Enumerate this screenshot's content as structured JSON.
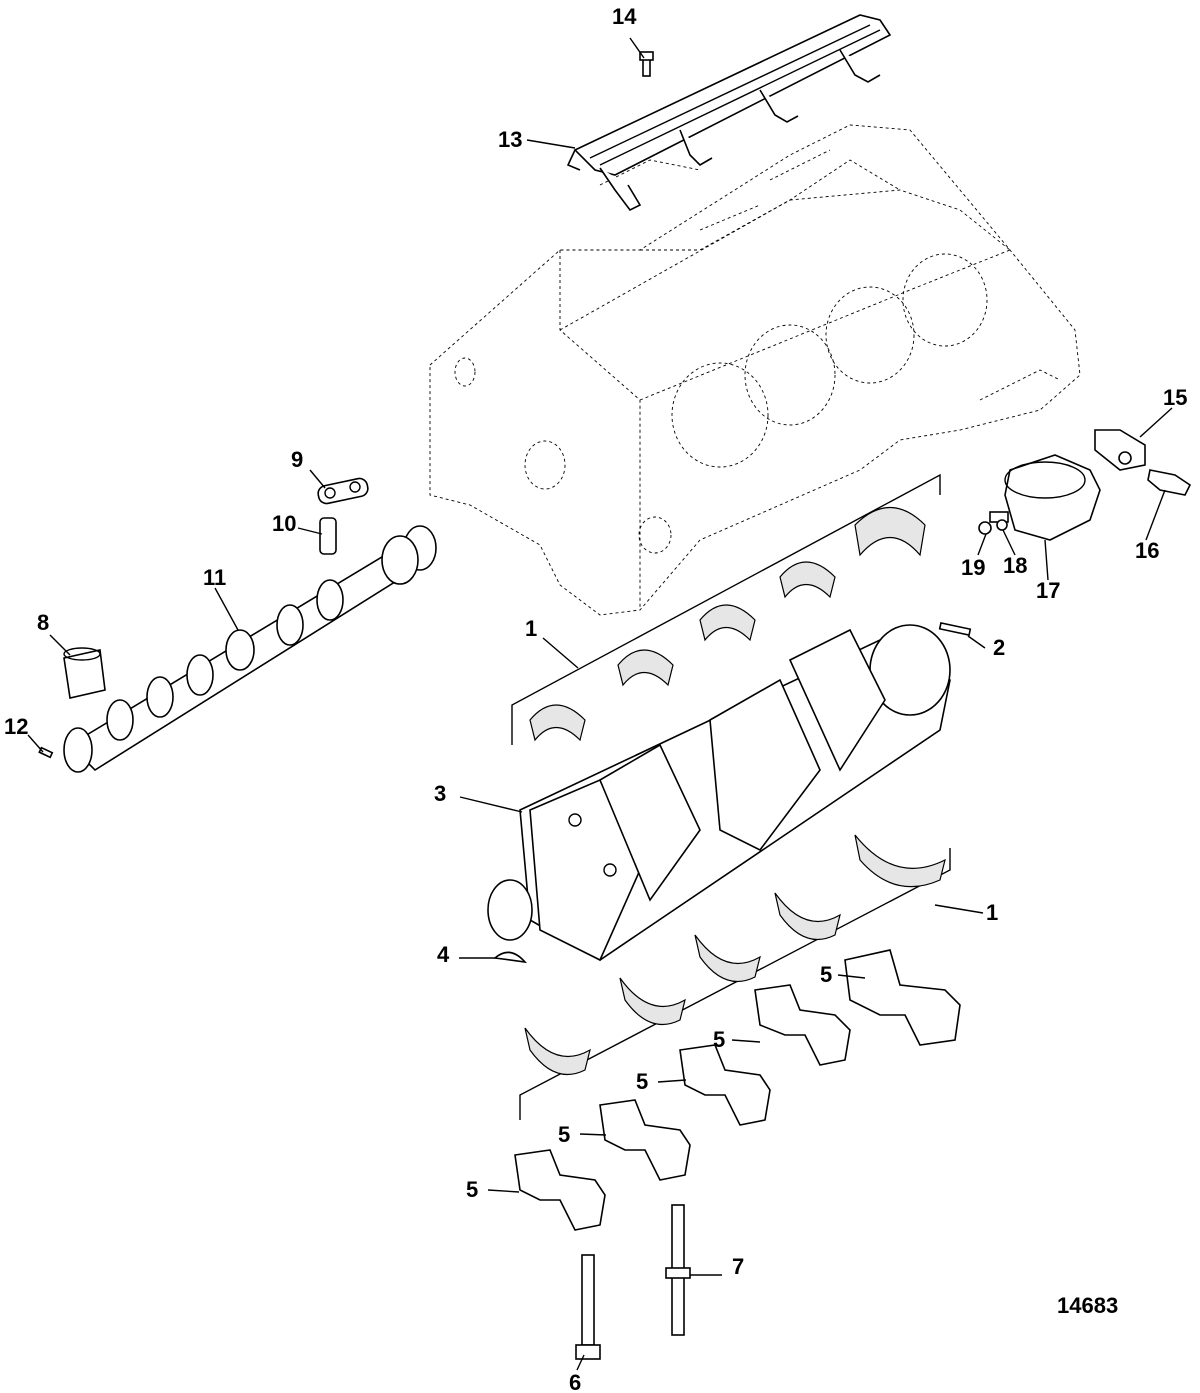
{
  "figure_number": "14683",
  "callouts": [
    {
      "id": "c1a",
      "text": "1"
    },
    {
      "id": "c1b",
      "text": "1"
    },
    {
      "id": "c2",
      "text": "2"
    },
    {
      "id": "c3",
      "text": "3"
    },
    {
      "id": "c4",
      "text": "4"
    },
    {
      "id": "c5a",
      "text": "5"
    },
    {
      "id": "c5b",
      "text": "5"
    },
    {
      "id": "c5c",
      "text": "5"
    },
    {
      "id": "c5d",
      "text": "5"
    },
    {
      "id": "c5e",
      "text": "5"
    },
    {
      "id": "c6",
      "text": "6"
    },
    {
      "id": "c7",
      "text": "7"
    },
    {
      "id": "c8",
      "text": "8"
    },
    {
      "id": "c9",
      "text": "9"
    },
    {
      "id": "c10",
      "text": "10"
    },
    {
      "id": "c11",
      "text": "11"
    },
    {
      "id": "c12",
      "text": "12"
    },
    {
      "id": "c13",
      "text": "13"
    },
    {
      "id": "c14",
      "text": "14"
    },
    {
      "id": "c15",
      "text": "15"
    },
    {
      "id": "c16",
      "text": "16"
    },
    {
      "id": "c17",
      "text": "17"
    },
    {
      "id": "c18",
      "text": "18"
    },
    {
      "id": "c19",
      "text": "19"
    }
  ]
}
